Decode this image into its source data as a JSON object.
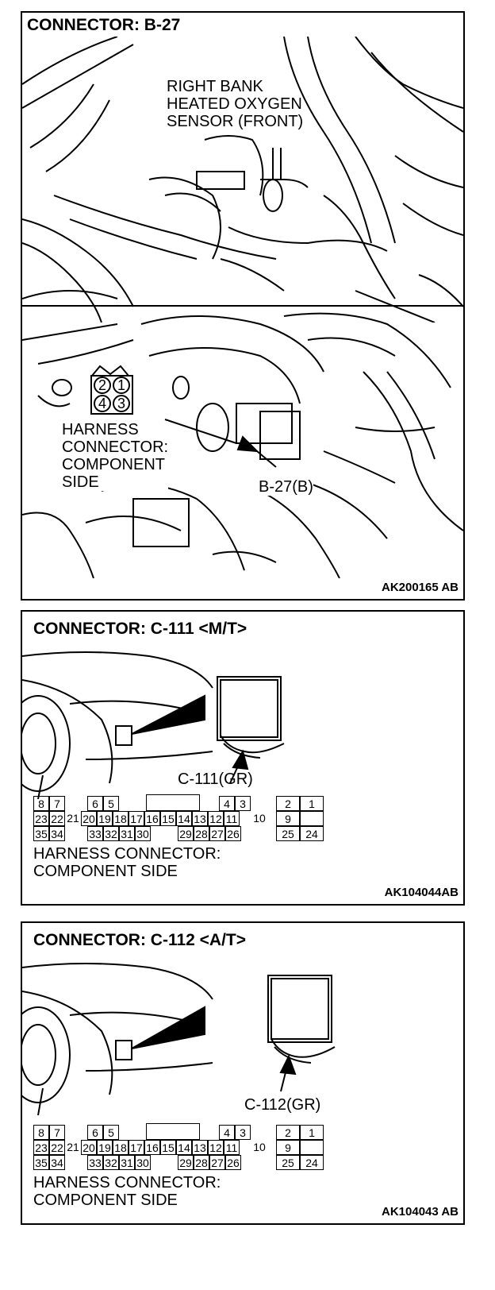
{
  "panel1": {
    "title": "CONNECTOR: B-27",
    "sensor_label": [
      "RIGHT BANK",
      "HEATED OXYGEN",
      "SENSOR (FRONT)"
    ],
    "pins": [
      "2",
      "1",
      "4",
      "3"
    ],
    "harness_label": [
      "HARNESS",
      "CONNECTOR:",
      "COMPONENT",
      "SIDE"
    ],
    "callout": "B-27(B)",
    "figure_code": "AK200165 AB"
  },
  "panel2": {
    "title": "CONNECTOR: C-111 <M/T>",
    "callout": "C-111(GR)",
    "row1": [
      "8",
      "7",
      "6",
      "5",
      "4",
      "3",
      "2",
      "1"
    ],
    "row2": [
      "23",
      "22",
      "21",
      "20",
      "19",
      "18",
      "17",
      "16",
      "15",
      "14",
      "13",
      "12",
      "11",
      "10",
      "9"
    ],
    "row3": [
      "35",
      "34",
      "33",
      "32",
      "31",
      "30",
      "29",
      "28",
      "27",
      "26",
      "25",
      "24"
    ],
    "harness_label": [
      "HARNESS CONNECTOR:",
      "COMPONENT SIDE"
    ],
    "figure_code": "AK104044AB"
  },
  "panel3": {
    "title": "CONNECTOR: C-112 <A/T>",
    "callout": "C-112(GR)",
    "row1": [
      "8",
      "7",
      "6",
      "5",
      "4",
      "3",
      "2",
      "1"
    ],
    "row2": [
      "23",
      "22",
      "21",
      "20",
      "19",
      "18",
      "17",
      "16",
      "15",
      "14",
      "13",
      "12",
      "11",
      "10",
      "9"
    ],
    "row3": [
      "35",
      "34",
      "33",
      "32",
      "31",
      "30",
      "29",
      "28",
      "27",
      "26",
      "25",
      "24"
    ],
    "harness_label": [
      "HARNESS CONNECTOR:",
      "COMPONENT SIDE"
    ],
    "figure_code": "AK104043 AB"
  }
}
